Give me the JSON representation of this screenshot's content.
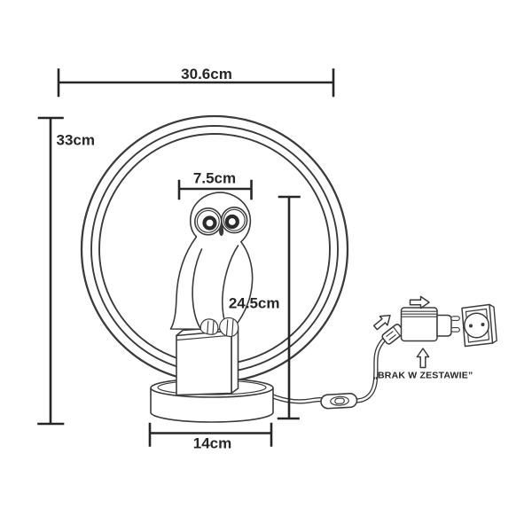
{
  "page": {
    "background": "#ffffff"
  },
  "diagram": {
    "subject": "owl-ring-table-lamp-dimension-diagram",
    "colors": {
      "artwork_line": "#3b3b3b",
      "dimension_line": "#262626",
      "label_text": "#262626",
      "background": "#ffffff"
    },
    "labels": {
      "overall_width": "30.6cm",
      "overall_height": "33cm",
      "owl_width": "7.5cm",
      "figure_height": "24.5cm",
      "base_width": "14cm",
      "not_included": "„BRAK W ZESTAWIE”"
    },
    "icons": {
      "adapter_direction": "arrow-right-icon",
      "usb_plug_direction": "arrow-up-right-icon",
      "not_included_pointer": "arrow-up-icon"
    }
  }
}
